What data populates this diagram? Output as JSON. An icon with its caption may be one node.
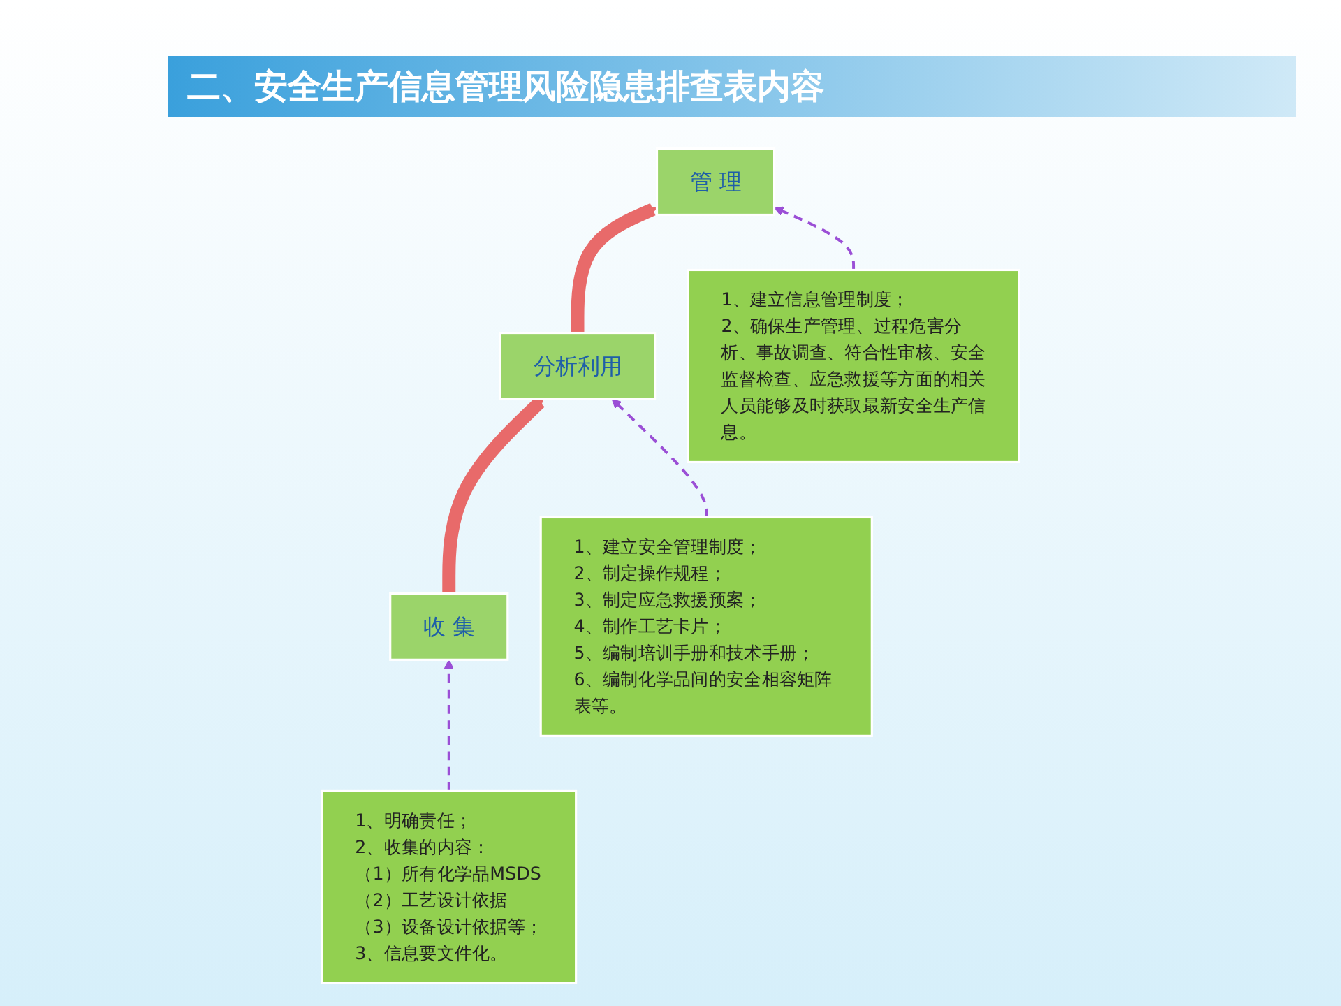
{
  "diagram": {
    "title": "二、安全生产信息管理风险隐患排查表内容",
    "nodes": [
      {
        "text": [
          "收 集"
        ]
      },
      {
        "text": [
          "分析利用"
        ]
      },
      {
        "text": [
          "管 理"
        ]
      },
      {
        "text": [
          "1、明确责任；",
          "2、收集的内容：",
          "（1）所有化学品MSDS",
          "（2）工艺设计依据",
          "（3）设备设计依据等；",
          "3、信息要文件化。"
        ]
      },
      {
        "text": [
          "1、建立安全管理制度；",
          "2、制定操作规程；",
          "3、制定应急救援预案；",
          "4、制作工艺卡片；",
          "5、编制培训手册和技术手册；",
          "6、编制化学品间的安全相容矩阵表等。"
        ]
      },
      {
        "text": [
          "1、建立信息管理制度；",
          "2、确保生产管理、过程危害分析、事故调查、符合性审核、安全监督检查、应急救援等方面的相关人员能够及时获取最新安全生产信息。"
        ]
      }
    ],
    "edges": [
      {
        "from": 0,
        "to": 1,
        "arrow": "to",
        "style": "thick",
        "color": "#e86a6a"
      },
      {
        "from": 1,
        "to": 2,
        "arrow": "to",
        "style": "thick",
        "color": "#e86a6a"
      },
      {
        "from": 3,
        "to": 0,
        "arrow": "to",
        "style": "dashed"
      },
      {
        "from": 4,
        "to": 1,
        "arrow": "to",
        "style": "dashed"
      },
      {
        "from": 5,
        "to": 2,
        "arrow": "to",
        "style": "dashed"
      }
    ]
  }
}
